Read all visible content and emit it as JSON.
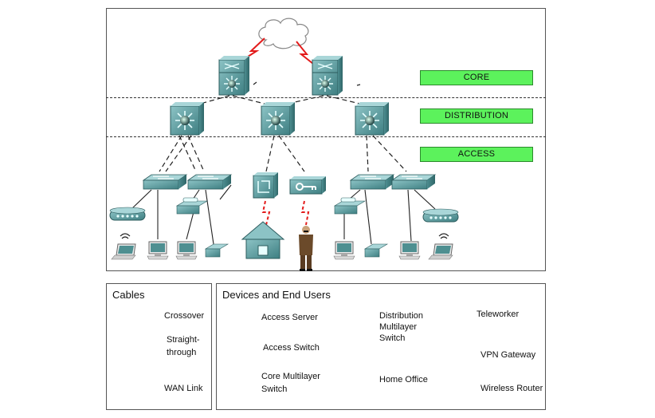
{
  "layers": {
    "core": "CORE",
    "distribution": "DISTRIBUTION",
    "access": "ACCESS"
  },
  "cables": {
    "title": "Cables",
    "crossover": "Crossover",
    "straight_line1": "Straight-",
    "straight_line2": "through",
    "wan": "WAN Link"
  },
  "devices": {
    "title": "Devices and End Users",
    "access_server": "Access Server",
    "access_switch": "Access Switch",
    "core_line1": "Core Multilayer",
    "core_line2": "Switch",
    "dist_line1": "Distribution",
    "dist_line2": "Multilayer",
    "dist_line3": "Switch",
    "home_office": "Home Office",
    "teleworker": "Teleworker",
    "vpn_gateway": "VPN Gateway",
    "wireless_router": "Wireless Router"
  },
  "colors": {
    "layer_label_bg": "#5cf25c",
    "device_teal": "#5f9ea0",
    "wan_link": "#e31b1b"
  }
}
